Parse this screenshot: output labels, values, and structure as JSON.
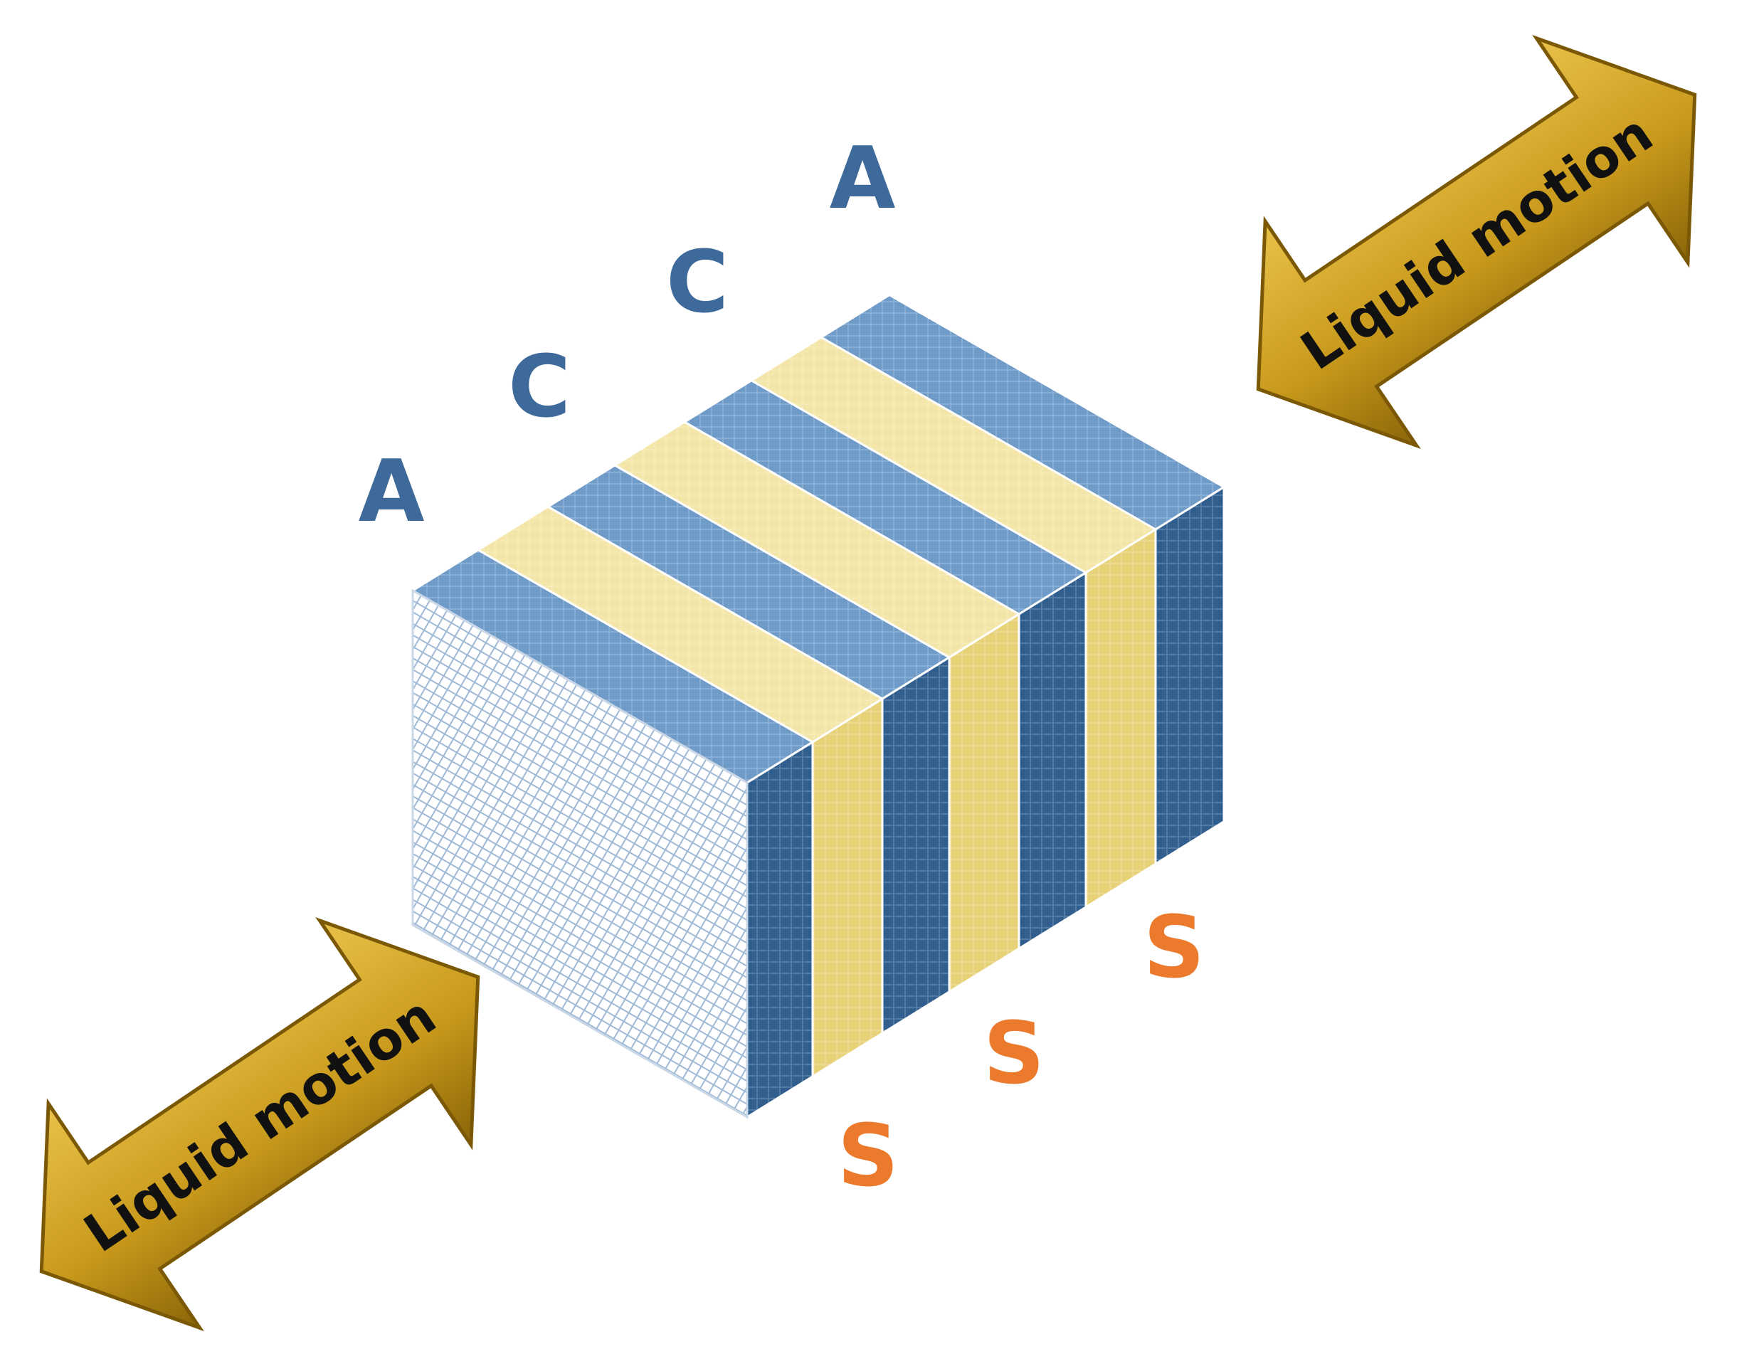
{
  "layer_labels_top": [
    "A",
    "C",
    "C",
    "A"
  ],
  "layer_labels_bottom": [
    "S",
    "S",
    "S"
  ],
  "arrows": [
    {
      "text": "Liquid motion"
    },
    {
      "text": "Liquid motion"
    }
  ],
  "colors": {
    "blue_label": "#3d6a9a",
    "orange_label": "#ec7a2c",
    "blue_top": "#6f9bc9",
    "blue_front": "#305e8e",
    "yellow_top": "#f3e6a8",
    "yellow_front": "#e7d27a",
    "arrow_gold": "#c79a1c",
    "arrow_dark": "#8a6508"
  }
}
